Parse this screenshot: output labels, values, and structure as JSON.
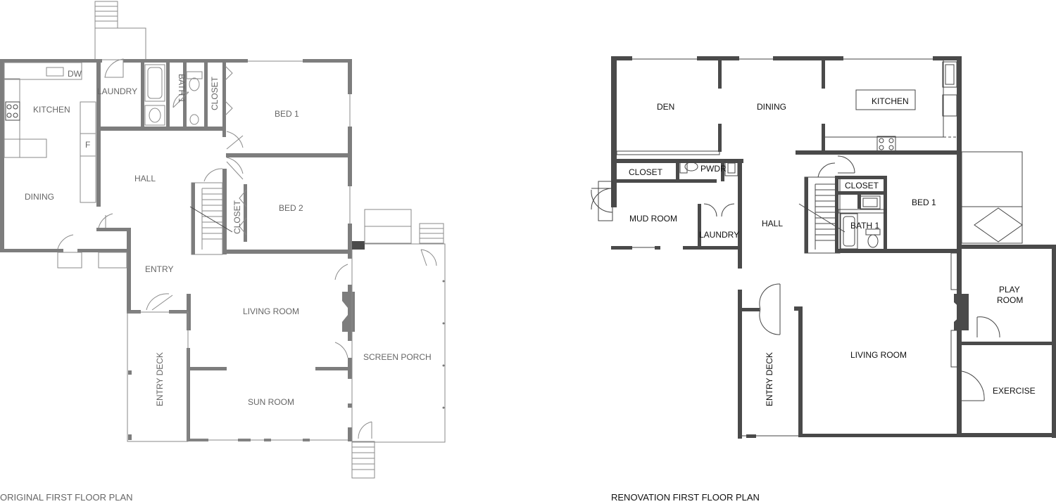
{
  "original_plan": {
    "caption": "ORIGINAL FIRST FLOOR PLAN",
    "rooms": {
      "kitchen": "KITCHEN",
      "laundry": "LAUNDRY",
      "bath1": "BATH 1",
      "closet_top": "CLOSET",
      "bed1": "BED 1",
      "dw": "DW",
      "fridge": "F",
      "hall": "HALL",
      "dining": "DINING",
      "bed2": "BED 2",
      "closet_mid": "CLOSET",
      "entry": "ENTRY",
      "living_room": "LIVING ROOM",
      "entry_deck": "ENTRY DECK",
      "sun_room": "SUN ROOM",
      "screen_porch": "SCREEN PORCH"
    }
  },
  "renovation_plan": {
    "caption": "RENOVATION FIRST FLOOR PLAN",
    "rooms": {
      "den": "DEN",
      "dining": "DINING",
      "kitchen": "KITCHEN",
      "closet_left": "CLOSET",
      "pwdr": "PWDR",
      "mud_room": "MUD ROOM",
      "laundry": "LAUNDRY",
      "hall": "HALL",
      "closet_right": "CLOSET",
      "bath1": "BATH 1",
      "bed1": "BED 1",
      "play_room_1": "PLAY",
      "play_room_2": "ROOM",
      "living_room": "LIVING ROOM",
      "entry_deck": "ENTRY DECK",
      "exercise": "EXERCISE"
    }
  }
}
